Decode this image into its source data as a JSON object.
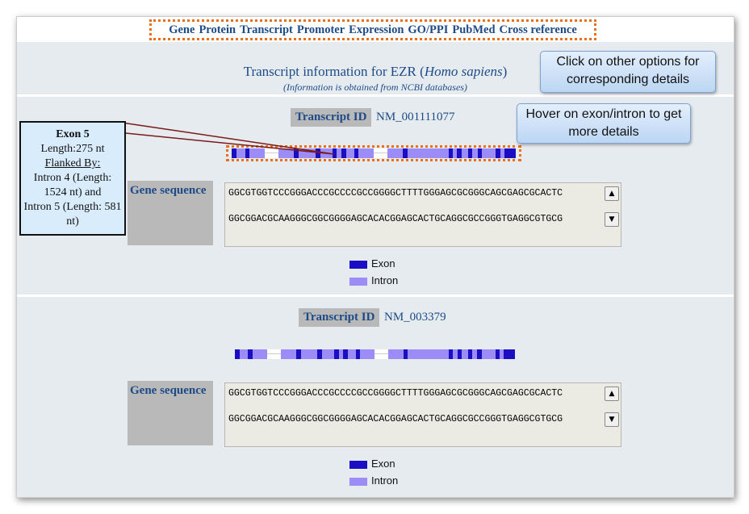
{
  "nav": {
    "items": [
      "Gene",
      "Protein",
      "Transcript",
      "Promoter",
      "Expression",
      "GO/PPI",
      "PubMed",
      "Cross reference"
    ]
  },
  "header": {
    "title_prefix": "Transcript information for EZR (",
    "species": "Homo sapiens",
    "title_suffix": ")",
    "subtitle": "(Information is obtained from NCBI databases)"
  },
  "callouts": {
    "nav_hint": "Click on other options for corresponding details",
    "hover_hint": "Hover on exon/intron to get more details"
  },
  "colors": {
    "exon": "#1a0dc4",
    "intron": "#9b8cf7",
    "highlight": "#e9701a"
  },
  "tooltip": {
    "title": "Exon 5",
    "length": "Length:275 nt",
    "flanked_label": "Flanked By:",
    "line1": "Intron 4 (Length: 1524 nt) and",
    "line2": "Intron 5 (Length: 581 nt)"
  },
  "transcripts": [
    {
      "id_label": "Transcript ID",
      "id": "NM_001111077",
      "gene_seq_label": "Gene sequence",
      "seq_line1": "GGCGTGGTCCCGGGACCCGCCCCGCCGGGGCTTTTGGGAGCGCGGGCAGCGAGCGCACTC",
      "seq_line2": "GGCGGACGCAAGGGCGGCGGGGAGCACACGGAGCACTGCAGGCGCCGGGTGAGGCGTGCG",
      "legend_exon": "Exon",
      "legend_intron": "Intron"
    },
    {
      "id_label": "Transcript ID",
      "id": "NM_003379",
      "gene_seq_label": "Gene sequence",
      "seq_line1": "GGCGTGGTCCCGGGACCCGCCCCGCCGGGGCTTTTGGGAGCGCGGGCAGCGAGCGCACTC",
      "seq_line2": "GGCGGACGCAAGGGCGGCGGGGAGCACACGGAGCACTGCAGGCGCCGGGTGAGGCGTGCG",
      "legend_exon": "Exon",
      "legend_intron": "Intron"
    }
  ]
}
